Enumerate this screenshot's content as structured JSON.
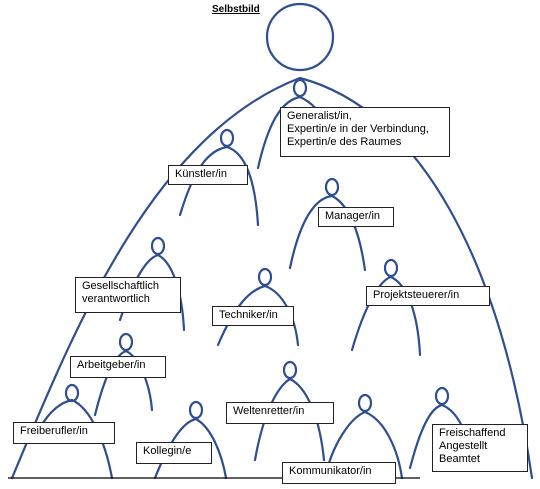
{
  "title": "Selbstbild",
  "roles": {
    "generalist": "Generalist/in,\nExpertin/e in der Verbindung,\nExpertin/e des Raumes",
    "kuenstler": "Künstler/in",
    "manager": "Manager/in",
    "gesellschaftlich": "Gesellschaftlich\nverantwortlich",
    "techniker": "Techniker/in",
    "projektsteuerer": "Projektsteuerer/in",
    "arbeitgeber": "Arbeitgeber/in",
    "weltenretter": "Weltenretter/in",
    "freiberufler": "Freiberufler/in",
    "kollegin": "Kollegin/e",
    "kommunikator": "Kommunikator/in",
    "freischaffend": "Freischaffend\nAngestellt\nBeamtet"
  },
  "colors": {
    "figure_stroke": "#2f4e8f",
    "box_border": "#222222",
    "baseline": "#000000"
  }
}
